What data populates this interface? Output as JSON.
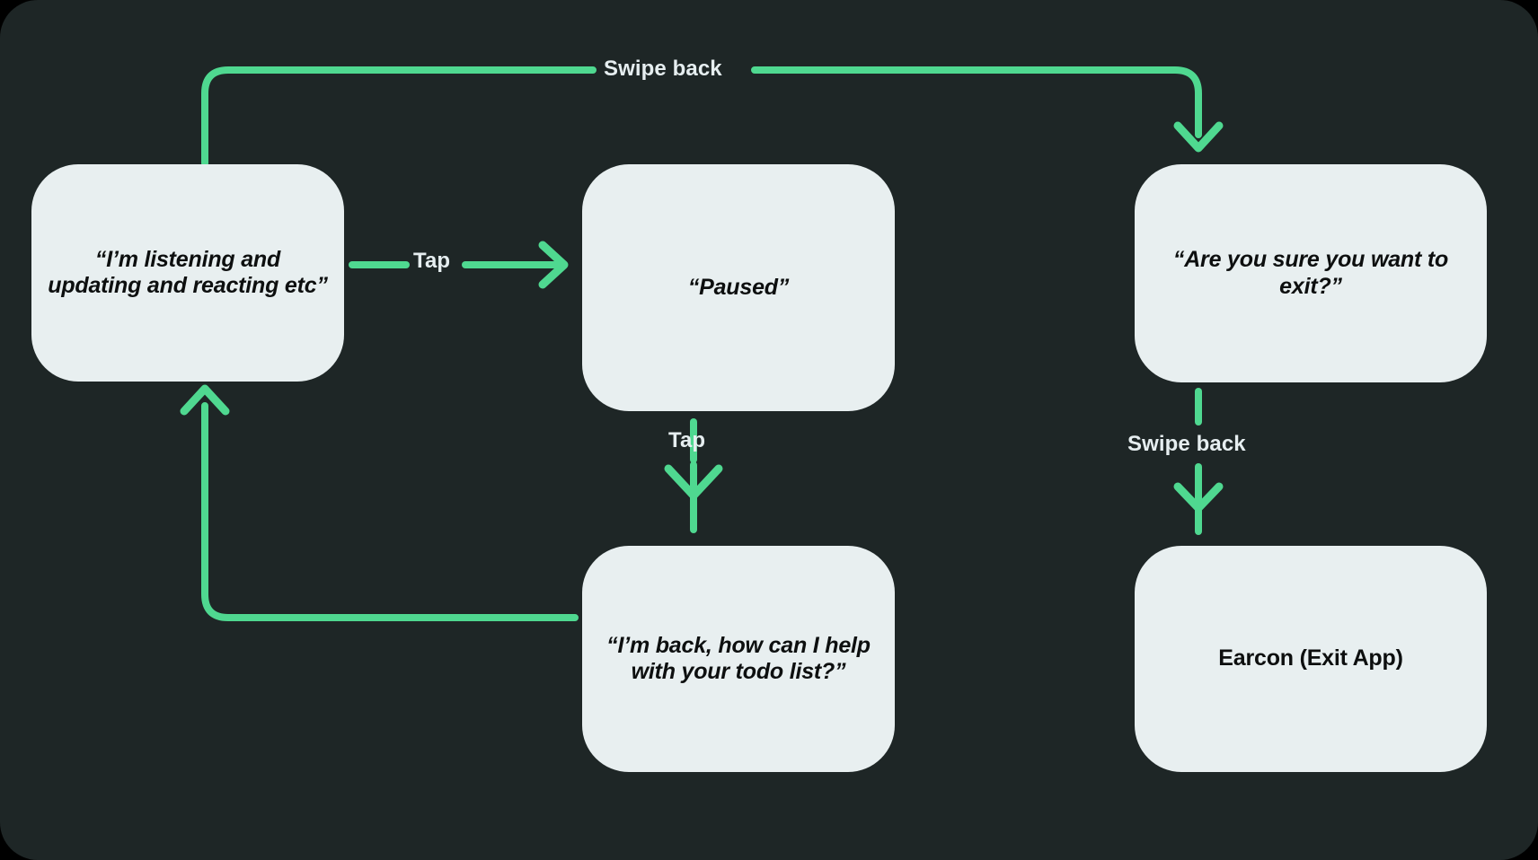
{
  "canvas": {
    "background_color": "#1e2626",
    "page_background": "#000000",
    "accent_color": "#4fd890",
    "node_fill_color": "#e8eff0",
    "node_text_color": "#0d0f0f",
    "label_text_color": "#e6eef0"
  },
  "diagram": {
    "type": "flowchart",
    "title": "",
    "nodes": [
      {
        "id": "listening",
        "label": "“I’m listening and updating and reacting etc”",
        "style": "italic"
      },
      {
        "id": "paused",
        "label": "“Paused”",
        "style": "italic"
      },
      {
        "id": "confirm",
        "label": "“Are you sure you want to exit?”",
        "style": "italic"
      },
      {
        "id": "back",
        "label": "“I’m back, how can I help with your todo list?”",
        "style": "italic"
      },
      {
        "id": "earcon",
        "label": "Earcon (Exit App)",
        "style": "upright"
      }
    ],
    "edges": [
      {
        "id": "listening-to-paused",
        "from": "listening",
        "to": "paused",
        "label": "Tap"
      },
      {
        "id": "paused-to-back",
        "from": "paused",
        "to": "back",
        "label": "Tap"
      },
      {
        "id": "back-to-listening",
        "from": "back",
        "to": "listening",
        "label": ""
      },
      {
        "id": "listening-to-confirm",
        "from": "listening",
        "to": "confirm",
        "label": "Swipe back"
      },
      {
        "id": "confirm-to-earcon",
        "from": "confirm",
        "to": "earcon",
        "label": "Swipe back"
      }
    ]
  }
}
